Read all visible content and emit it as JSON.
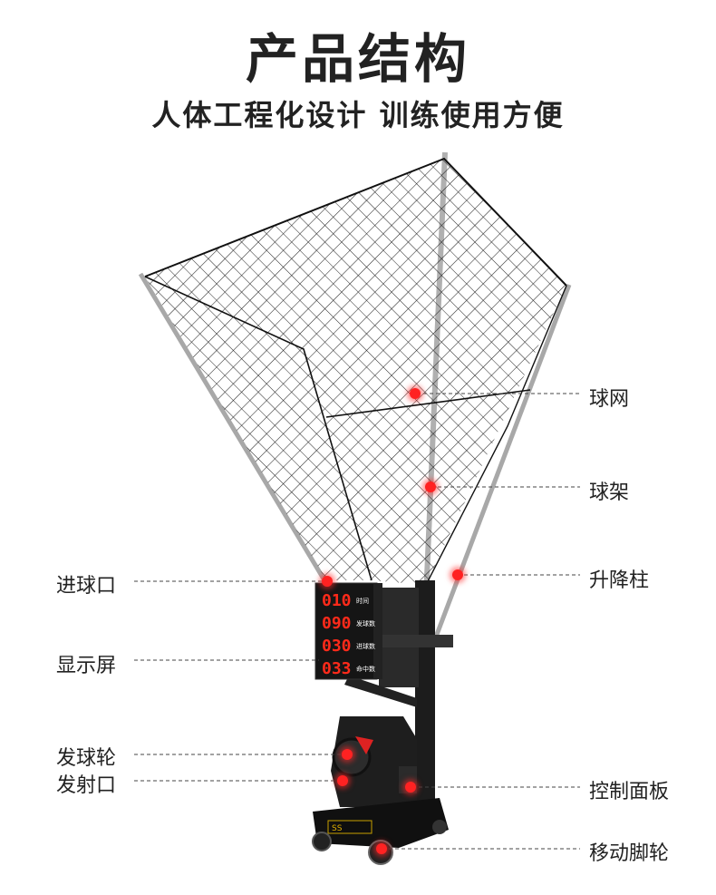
{
  "header": {
    "title": "产品结构",
    "subtitle": "人体工程化设计  训练使用方便"
  },
  "display": {
    "rows": [
      {
        "value": "010",
        "tag": "时间"
      },
      {
        "value": "090",
        "tag": "发球数"
      },
      {
        "value": "030",
        "tag": "进球数"
      },
      {
        "value": "033",
        "tag": "命中数"
      }
    ]
  },
  "labels": {
    "net": "球网",
    "frame": "球架",
    "lift_column": "升降柱",
    "ball_inlet": "进球口",
    "screen": "显示屏",
    "serve_wheel": "发球轮",
    "launch_port": "发射口",
    "control_panel": "控制面板",
    "wheels": "移动脚轮"
  },
  "colors": {
    "marker": "#ff2222",
    "text": "#222222",
    "led": "#ff2a1a"
  }
}
